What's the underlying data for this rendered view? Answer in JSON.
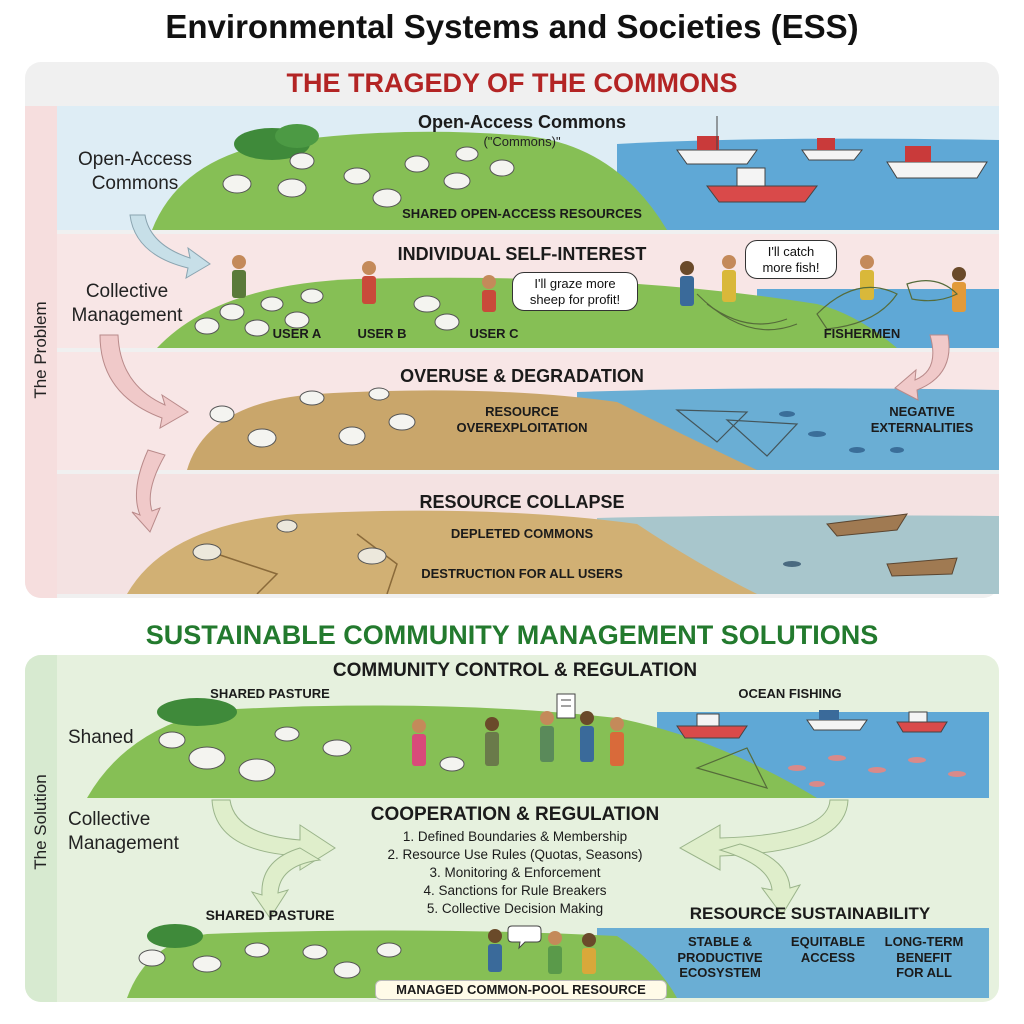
{
  "title": "Environmental Systems and Societies (ESS)",
  "problem": {
    "section_title": "THE TRAGEDY OF THE COMMONS",
    "side_label": "The Problem",
    "left_label_1": "Open-Access\nCommons",
    "left_label_2": "Collective\nManagement",
    "strip1": {
      "heading": "Open-Access Commons",
      "subheading": "(\"Commons)\"",
      "caption": "SHARED OPEN-ACCESS RESOURCES"
    },
    "strip2": {
      "heading": "INDIVIDUAL SELF-INTEREST",
      "user_a": "USER A",
      "user_b": "USER B",
      "user_c": "USER C",
      "fishermen": "FISHERMEN",
      "bubble_graze": "I'll graze more\nsheep for profit!",
      "bubble_fish": "I'll catch\nmore fish!"
    },
    "strip3": {
      "heading": "OVERUSE & DEGRADATION",
      "left_caption": "RESOURCE\nOVEREXPLOITATION",
      "right_caption": "NEGATIVE\nEXTERNALITIES"
    },
    "strip4": {
      "heading": "RESOURCE COLLAPSE",
      "caption_1": "DEPLETED COMMONS",
      "caption_2": "DESTRUCTION FOR ALL USERS"
    }
  },
  "solution": {
    "section_title": "SUSTAINABLE COMMUNITY MANAGEMENT SOLUTIONS",
    "side_label": "The Solution",
    "heading": "COMMUNITY CONTROL & REGULATION",
    "shared_pasture_top": "SHARED PASTURE",
    "ocean_fishing": "OCEAN FISHING",
    "left_label_1": "Shaned",
    "left_label_2": "Collective\nManagement",
    "coop_heading": "COOPERATION & REGULATION",
    "rules": [
      "1. Defined Boundaries & Membership",
      "2. Resource Use Rules (Quotas, Seasons)",
      "3. Monitoring & Enforcement",
      "4. Sanctions for Rule Breakers",
      "5. Collective Decision Making"
    ],
    "shared_pasture_bottom": "SHARED PASTURE",
    "sustainability_heading": "RESOURCE SUSTAINABILITY",
    "benefits": [
      "STABLE &\nPRODUCTIVE\nECOSYSTEM",
      "EQUITABLE\nACCESS",
      "LONG-TERM\nBENEFIT\nFOR ALL"
    ],
    "managed_caption": "MANAGED COMMON-POOL RESOURCE"
  },
  "colors": {
    "problem_title": "#b32424",
    "solution_title": "#237a2e",
    "grass": "#86bf55",
    "sea": "#5fa8d6",
    "dirt": "#c9a66b"
  },
  "icons": [
    "sheep-icon",
    "fishing-boat-icon",
    "tree-icon",
    "fish-icon",
    "person-icon",
    "net-icon",
    "arrow-icon",
    "document-icon",
    "speech-bubble-icon"
  ]
}
